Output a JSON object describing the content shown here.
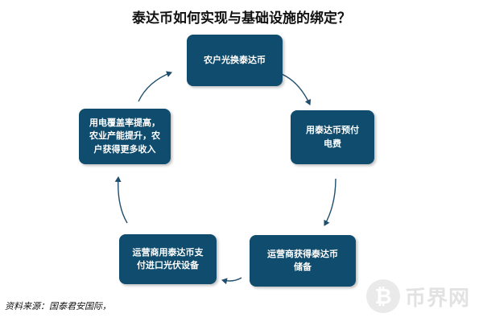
{
  "title": "泰达币如何实现与基础设施的绑定？",
  "steps": [
    "农户光换泰达币",
    "用泰达币预付\n电费",
    "运营商获得泰达币\n储备",
    "运营商用泰达币支\n付进口光伏设备",
    "用电覆盖率提高，\n农业产能提升，农\n户获得更多收入"
  ],
  "source": "资料来源：国泰君安国际，",
  "watermark": {
    "coin_symbol": "₿",
    "text": "币界网"
  },
  "colors": {
    "box_fill": "#0f4c6e",
    "box_text": "#ffffff",
    "arrow": "#1f4e6e"
  }
}
